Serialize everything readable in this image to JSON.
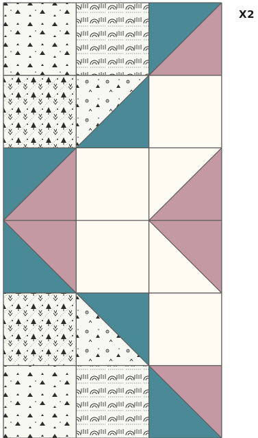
{
  "multiplier_label": "X2",
  "colors": {
    "teal": "#4a8a96",
    "mauve": "#c499a3",
    "cream": "#fefbf2",
    "print_bg": "#f8f8f3",
    "print_ink": "#2d2d2d",
    "seam": "#5a5a5a"
  },
  "grid": {
    "columns": 3,
    "rows": 6
  },
  "blocks": [
    {
      "row": 0,
      "col": 0,
      "type": "print",
      "pattern": "triangles-scatter"
    },
    {
      "row": 0,
      "col": 1,
      "type": "print",
      "pattern": "rainbow-arcs"
    },
    {
      "row": 0,
      "col": 2,
      "type": "hst",
      "split": "bl-tr",
      "upper": "teal",
      "lower": "mauve"
    },
    {
      "row": 1,
      "col": 0,
      "type": "print",
      "pattern": "forest-trees"
    },
    {
      "row": 1,
      "col": 1,
      "type": "hst",
      "split": "bl-tr",
      "upper": "print",
      "upper_pattern": "flowers-scatter",
      "lower": "teal"
    },
    {
      "row": 1,
      "col": 2,
      "type": "solid",
      "color": "cream"
    },
    {
      "row": 2,
      "col": 0,
      "type": "hst",
      "split": "bl-tr",
      "upper": "teal",
      "lower": "mauve"
    },
    {
      "row": 2,
      "col": 1,
      "type": "solid",
      "color": "cream"
    },
    {
      "row": 2,
      "col": 2,
      "type": "hst",
      "split": "bl-tr",
      "upper": "cream",
      "lower": "mauve"
    },
    {
      "row": 3,
      "col": 0,
      "type": "hst",
      "split": "tl-br",
      "upper": "mauve",
      "lower": "teal"
    },
    {
      "row": 3,
      "col": 1,
      "type": "solid",
      "color": "cream"
    },
    {
      "row": 3,
      "col": 2,
      "type": "hst",
      "split": "tl-br",
      "upper": "mauve",
      "lower": "cream"
    },
    {
      "row": 4,
      "col": 0,
      "type": "print",
      "pattern": "forest-trees"
    },
    {
      "row": 4,
      "col": 1,
      "type": "hst",
      "split": "tl-br",
      "upper": "teal",
      "lower": "print",
      "lower_pattern": "flowers-scatter"
    },
    {
      "row": 4,
      "col": 2,
      "type": "solid",
      "color": "cream"
    },
    {
      "row": 5,
      "col": 0,
      "type": "print",
      "pattern": "triangles-scatter"
    },
    {
      "row": 5,
      "col": 1,
      "type": "print",
      "pattern": "rainbow-arcs"
    },
    {
      "row": 5,
      "col": 2,
      "type": "hst",
      "split": "tl-br",
      "upper": "mauve",
      "lower": "teal"
    }
  ]
}
